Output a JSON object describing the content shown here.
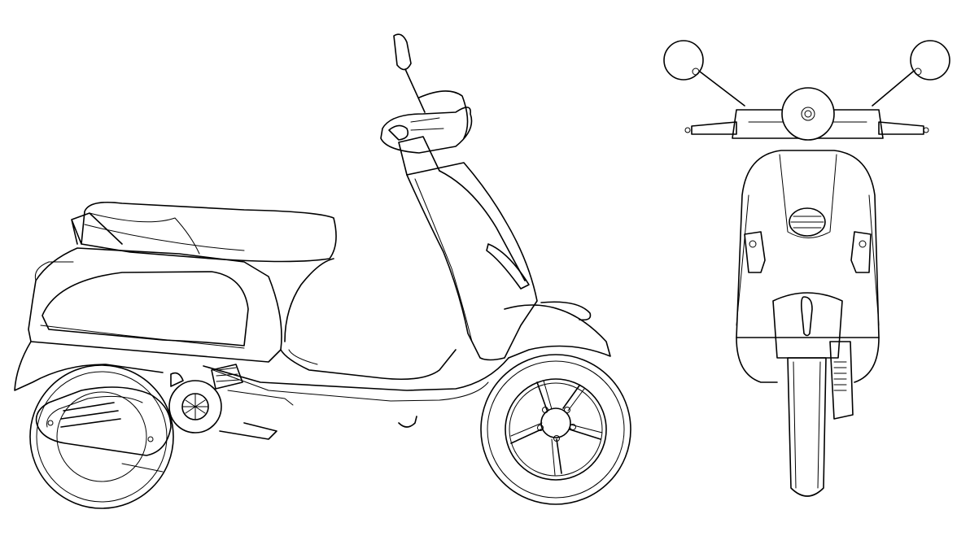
{
  "figure": {
    "views": [
      {
        "id": "side",
        "name": "side-view"
      },
      {
        "id": "front",
        "name": "front-view"
      }
    ],
    "colors": {
      "line": "#000000",
      "background": "#ffffff"
    }
  }
}
